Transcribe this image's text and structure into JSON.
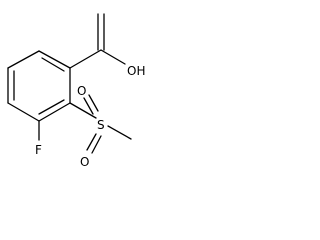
{
  "structure": {
    "atoms": {
      "hydroxyl": "OH",
      "sulfonyl_oxygen_upper": "O",
      "sulfonyl_oxygen_lower": "O",
      "sulfur": "S",
      "fluorine": "F"
    },
    "bond_color": "#000000",
    "label_color": "#000000"
  }
}
